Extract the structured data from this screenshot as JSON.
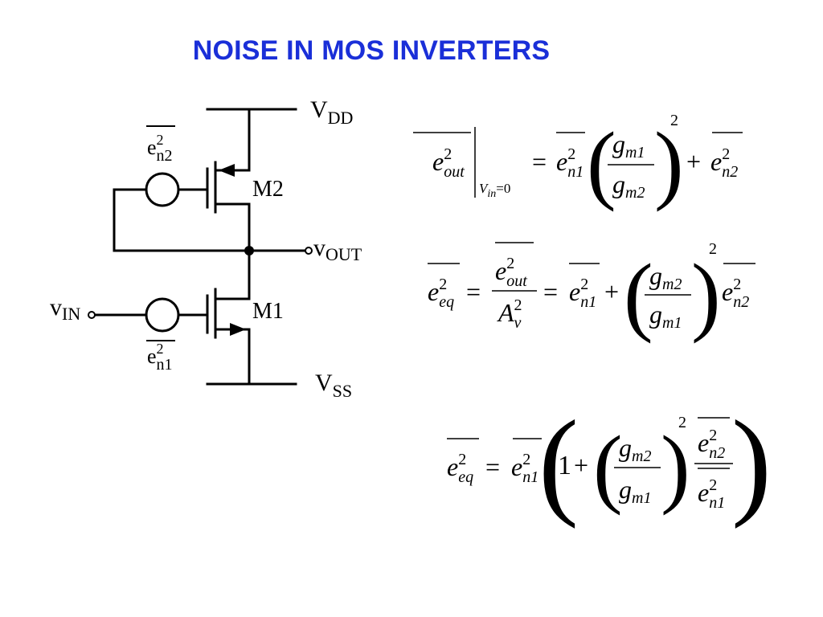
{
  "slide": {
    "title": "NOISE IN MOS INVERTERS",
    "title_color": "#1a2fd8"
  },
  "circuit": {
    "supply_top": {
      "base": "V",
      "sub": "DD"
    },
    "supply_bottom": {
      "base": "V",
      "sub": "SS"
    },
    "output": {
      "base": "v",
      "sub": "OUT"
    },
    "input": {
      "base": "v",
      "sub": "IN"
    },
    "transistor_top": "M2",
    "transistor_bottom": "M1",
    "noise_source_top": {
      "base": "e",
      "sup": "2",
      "sub": "n2"
    },
    "noise_source_bottom": {
      "base": "e",
      "sup": "2",
      "sub": "n1"
    }
  },
  "equations": {
    "eq1": {
      "lhs_base": "e",
      "lhs_sup": "2",
      "lhs_sub": "out",
      "cond_base": "V",
      "cond_sub": "in",
      "cond_rest": "=0",
      "equals": "=",
      "t1_base": "e",
      "t1_sup": "2",
      "t1_sub": "n1",
      "num_base": "g",
      "num_sub": "m1",
      "den_base": "g",
      "den_sub": "m2",
      "power": "2",
      "plus": "+",
      "t2_base": "e",
      "t2_sup": "2",
      "t2_sub": "n2"
    },
    "eq2": {
      "lhs_base": "e",
      "lhs_sup": "2",
      "lhs_sub": "eq",
      "equals1": "=",
      "frac_num_base": "e",
      "frac_num_sup": "2",
      "frac_num_sub": "out",
      "frac_den_base": "A",
      "frac_den_sup": "2",
      "frac_den_sub": "v",
      "equals2": "=",
      "t1_base": "e",
      "t1_sup": "2",
      "t1_sub": "n1",
      "plus": "+",
      "num_base": "g",
      "num_sub": "m2",
      "den_base": "g",
      "den_sub": "m1",
      "power": "2",
      "t2_base": "e",
      "t2_sup": "2",
      "t2_sub": "n2"
    },
    "eq3": {
      "lhs_base": "e",
      "lhs_sup": "2",
      "lhs_sub": "eq",
      "equals": "=",
      "t1_base": "e",
      "t1_sup": "2",
      "t1_sub": "n1",
      "one": "1",
      "plus": "+",
      "num_base": "g",
      "num_sub": "m2",
      "den_base": "g",
      "den_sub": "m1",
      "power": "2",
      "r_num_base": "e",
      "r_num_sup": "2",
      "r_num_sub": "n2",
      "r_den_base": "e",
      "r_den_sup": "2",
      "r_den_sub": "n1"
    }
  }
}
